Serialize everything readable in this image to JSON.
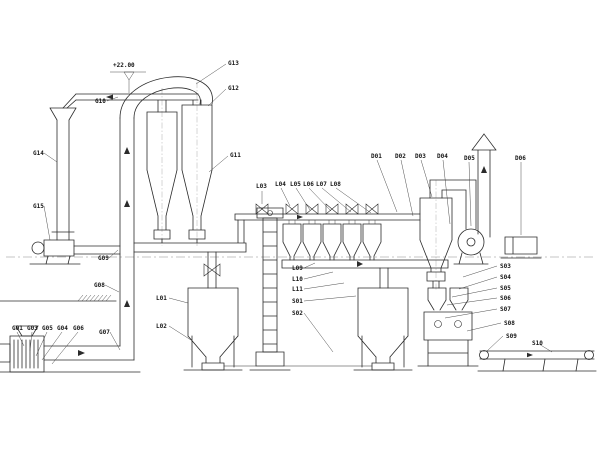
{
  "colors": {
    "ink": "#2b2b2b",
    "paper": "#ffffff"
  },
  "labels": {
    "elev_top": "+22.00",
    "g01": "G01",
    "g03": "G03",
    "g05": "G05",
    "g04": "G04",
    "g06": "G06",
    "g07": "G07",
    "g08": "G08",
    "g09": "G09",
    "g10": "G10",
    "g11": "G11",
    "g12": "G12",
    "g13": "G13",
    "g14": "G14",
    "g15": "G15",
    "l01": "L01",
    "l02": "L02",
    "l03": "L03",
    "l04": "L04",
    "l05": "L05",
    "l06": "L06",
    "l07": "L07",
    "l08": "L08",
    "l09": "L09",
    "l10": "L10",
    "l11": "L11",
    "s01": "S01",
    "s02": "S02",
    "s03": "S03",
    "s04": "S04",
    "s05": "S05",
    "s06": "S06",
    "s07": "S07",
    "s08": "S08",
    "s09": "S09",
    "s10": "S10",
    "d01": "D01",
    "d02": "D02",
    "d03": "D03",
    "d04": "D04",
    "d05": "D05",
    "d06": "D06"
  }
}
